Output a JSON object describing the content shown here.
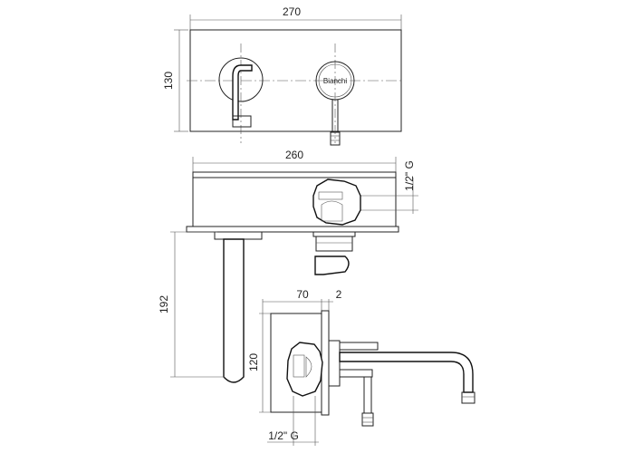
{
  "dimensions": {
    "top_width": "270",
    "top_height": "130",
    "middle_width": "260",
    "middle_thread": "1/2\" G",
    "spout_length": "192",
    "side_depth": "70",
    "side_gap": "2",
    "side_height": "120",
    "side_thread": "1/2\" G"
  },
  "logo": {
    "text": "Bianchi"
  }
}
